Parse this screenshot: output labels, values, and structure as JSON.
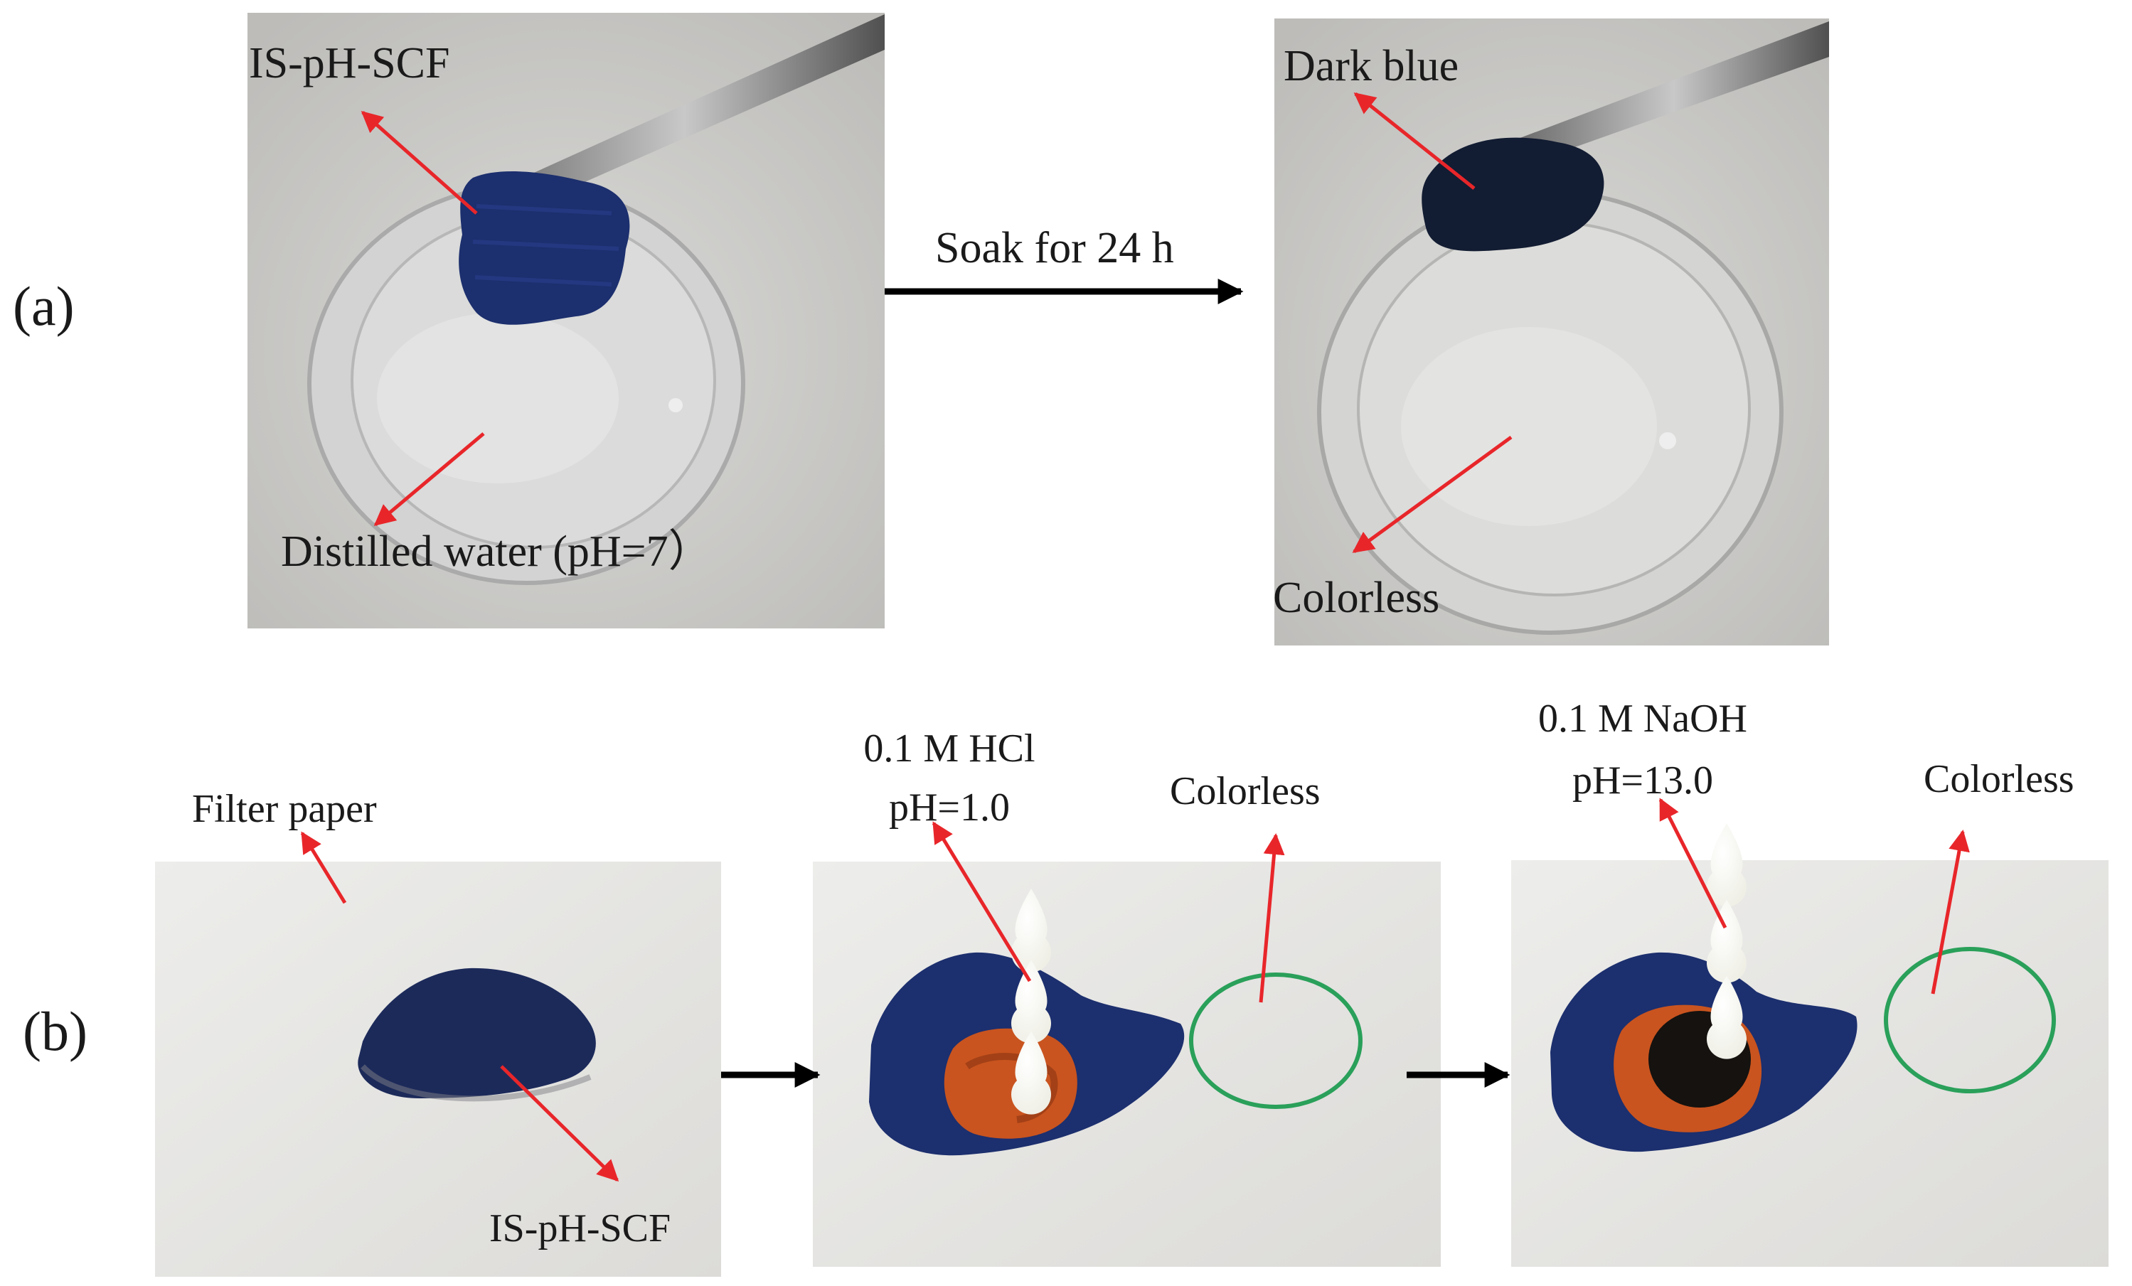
{
  "panels": {
    "a": {
      "label": "(a)",
      "photo1": {
        "top_label": "IS-pH-SCF",
        "bottom_label": "Distilled water (pH=7）"
      },
      "step_label": "Soak for 24 h",
      "photo2": {
        "top_label": "Dark blue",
        "bottom_label": "Colorless"
      }
    },
    "b": {
      "label": "(b)",
      "photo1": {
        "top_label": "Filter paper",
        "bottom_label": "IS-pH-SCF"
      },
      "photo2": {
        "reagent": "0.1 M HCl",
        "ph": "pH=1.0",
        "circle_label": "Colorless"
      },
      "photo3": {
        "reagent": "0.1 M NaOH",
        "ph": "pH=13.0",
        "circle_label": "Colorless"
      }
    }
  },
  "colors": {
    "annotation_arrow": "#e8262a",
    "flow_arrow": "#000000",
    "highlight_circle": "#2aa05a",
    "fabric_blue": "#1c2f6e",
    "acid_orange": "#c9541f"
  }
}
